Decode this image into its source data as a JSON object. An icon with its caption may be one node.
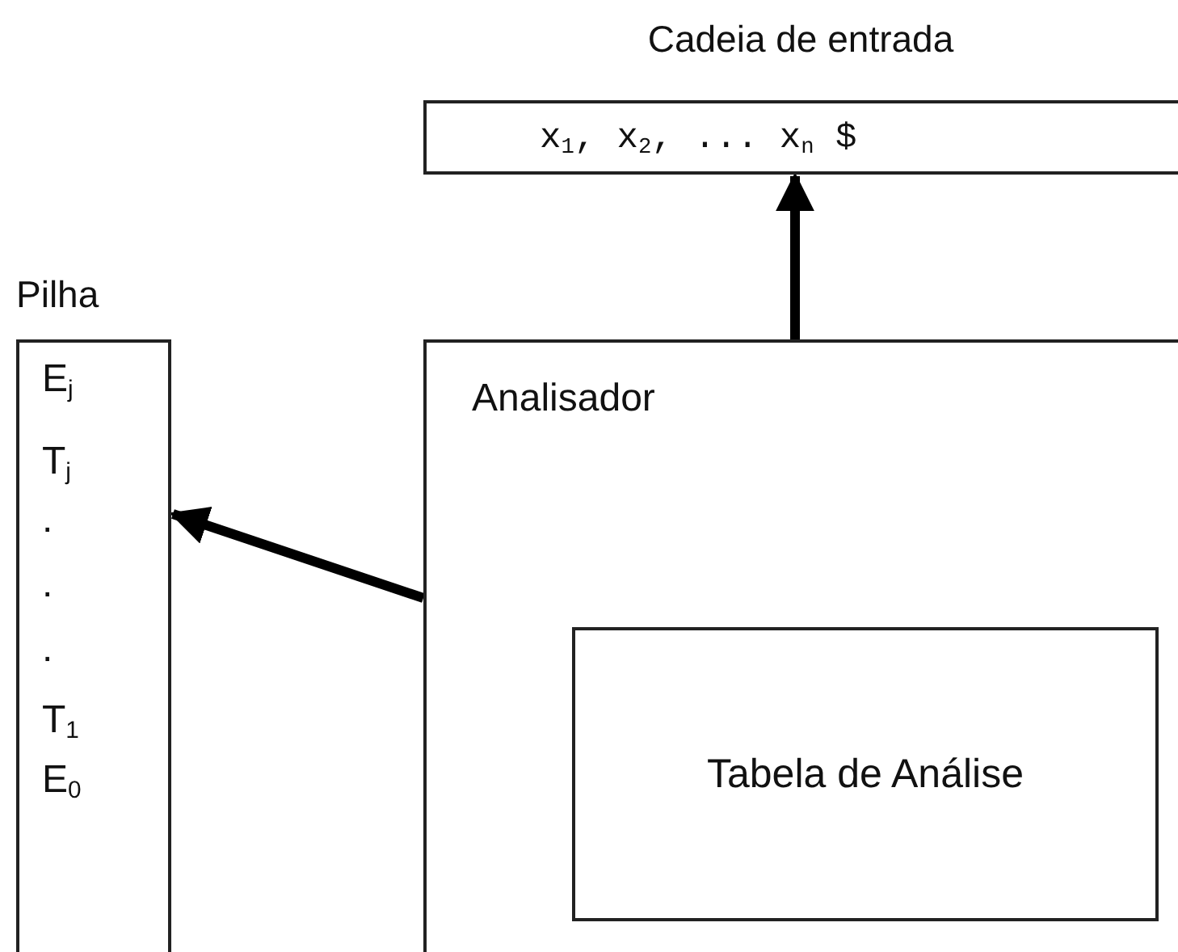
{
  "diagram": {
    "nodes": [
      {
        "text": [
          "Cadeia de entrada",
          "x$_{1}$, x$_{2}$, ... x$_{n}$ $"
        ]
      },
      {
        "text": [
          "Pilha",
          "E$_{j}$",
          "T$_{j}$",
          ".",
          ".",
          ".",
          "T$_{1}$",
          "E$_{0}$"
        ]
      },
      {
        "text": [
          "Analisador"
        ]
      },
      {
        "text": [
          "Tabela de Análise"
        ],
        "in": 2
      }
    ],
    "edges": [
      {
        "from": 2,
        "to": 0,
        "arrow": "to"
      },
      {
        "from": 2,
        "to": 1,
        "arrow": "to"
      }
    ]
  }
}
